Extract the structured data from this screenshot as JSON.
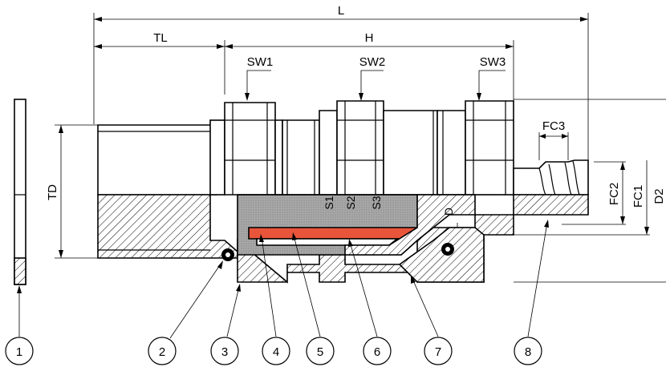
{
  "dimensions": {
    "L": "L",
    "TL": "TL",
    "H": "H",
    "SW1": "SW1",
    "SW2": "SW2",
    "SW3": "SW3",
    "FC3": "FC3",
    "TD": "TD",
    "FC2": "FC2",
    "FC1": "FC1",
    "D2": "D2",
    "S1": "S1",
    "S2": "S2",
    "S3": "S3",
    "D": "D"
  },
  "callouts": [
    "1",
    "2",
    "3",
    "4",
    "5",
    "6",
    "7",
    "8"
  ],
  "colors": {
    "seal_red": "#e8553a",
    "filter_grey": "#9a9a9a",
    "line": "#000000"
  }
}
